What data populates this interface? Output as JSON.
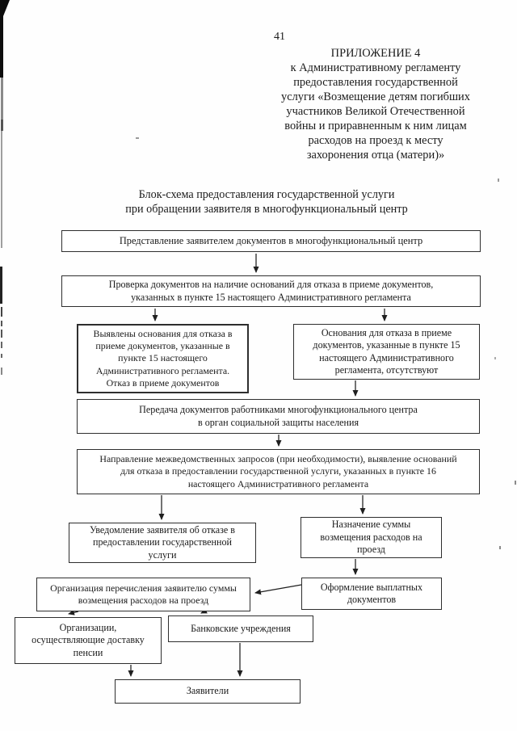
{
  "page": {
    "number": "41"
  },
  "colors": {
    "ink": "#1f1f1f",
    "paper": "#fefefe"
  },
  "header": {
    "lines": [
      "ПРИЛОЖЕНИЕ 4",
      "к Административному регламенту",
      "предоставления государственной",
      "услуги «Возмещение детям погибших",
      "участников Великой Отечественной",
      "войны и приравненным к ним лицам",
      "расходов на проезд к месту",
      "захоронения отца (матери)»"
    ]
  },
  "title": {
    "line1": "Блок-схема предоставления государственной услуги",
    "line2": "при обращении заявителя в многофункциональный центр"
  },
  "flowchart": {
    "boxes": {
      "submit": "Представление заявителем документов в многофункциональный центр",
      "check": "Проверка документов на наличие оснований для отказа в приеме документов,\nуказанных в пункте 15 настоящего Административного регламента",
      "refusal_found": "Выявлены основания для отказа в\nприеме документов, указанные в\nпункте 15 настоящего\nАдминистративного регламента.\nОтказ в приеме документов",
      "refusal_absent": "Основания для отказа в приеме\nдокументов, указанные в пункте 15\nнастоящего Административного\nрегламента, отсутствуют",
      "transfer": "Передача документов работниками многофункционального центра\nв орган социальной защиты населения",
      "interagency": "Направление межведомственных запросов (при необходимости), выявление оснований\nдля отказа в предоставлении государственной услуги, указанных в пункте 16\nнастоящего Административного регламента",
      "notify_refusal": "Уведомление заявителя об отказе в\nпредоставлении государственной\nуслуги",
      "assign_amount": "Назначение суммы\nвозмещения расходов на\nпроезд",
      "arrange_transfer": "Организация перечисления заявителю суммы\nвозмещения расходов на проезд",
      "payment_documents": "Оформление выплатных\nдокументов",
      "pension_delivery_orgs": "Организации,\nосуществляющие доставку\nпенсии",
      "banks": "Банковские учреждения",
      "applicants": "Заявители"
    }
  }
}
